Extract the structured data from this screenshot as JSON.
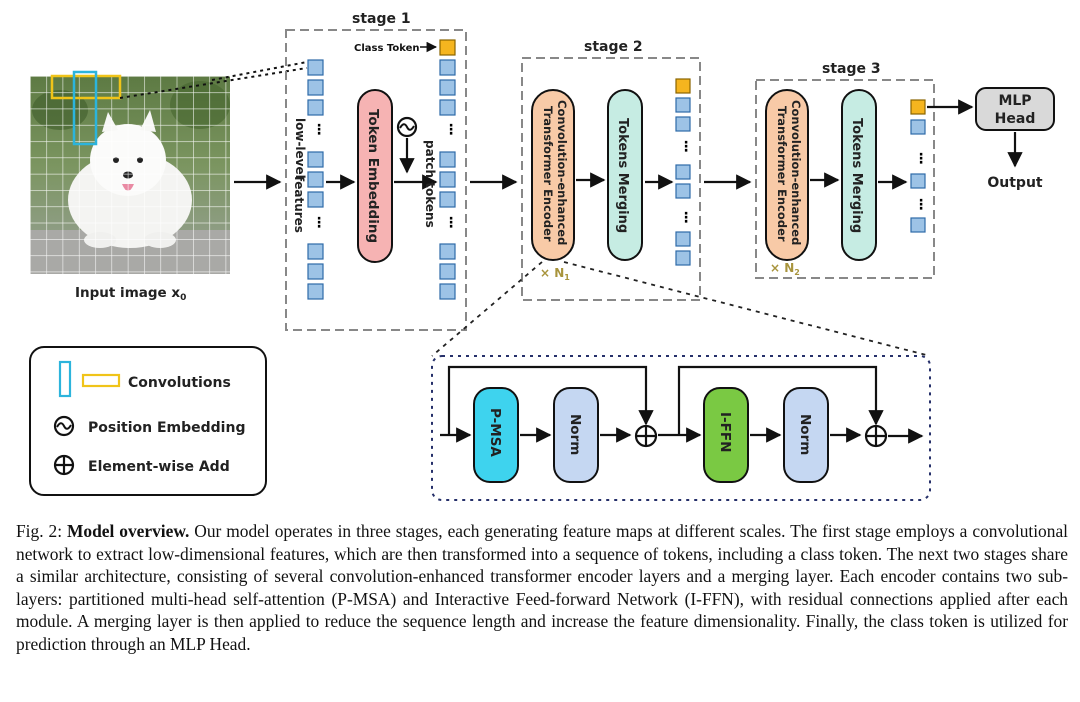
{
  "diagram": {
    "stage1_label": "stage 1",
    "stage2_label": "stage 2",
    "stage3_label": "stage 3",
    "class_token_label": "Class Token",
    "low_level_features_line1": "low-level",
    "low_level_features_line2": "features",
    "token_embedding_label": "Token Embedding",
    "patch_tokens_label": "patch tokens",
    "encoder_line1": "Convolution-enhanced",
    "encoder_line2": "Transformer Encoder",
    "tokens_merging_label": "Tokens Merging",
    "repeat_n1": "× N",
    "repeat_n1_sub": "1",
    "repeat_n2": "× N",
    "repeat_n2_sub": "2",
    "mlp_head_line1": "MLP",
    "mlp_head_line2": "Head",
    "output_label": "Output",
    "input_image_label": "Input image x",
    "input_image_sub": "0",
    "detail": {
      "pmsa_label": "P-MSA",
      "norm1_label": "Norm",
      "iffn_label": "I-FFN",
      "norm2_label": "Norm"
    },
    "legend": {
      "convolutions": "Convolutions",
      "position_embedding": "Position Embedding",
      "element_wise_add": "Element-wise Add"
    }
  },
  "caption": {
    "prefix": "Fig. 2: ",
    "bold": "Model overview.",
    "body": " Our model operates in three stages, each generating feature maps at different scales. The first stage employs a convolutional network to extract low-dimensional features, which are then transformed into a sequence of tokens, including a class token. The next two stages share a similar architecture, consisting of several convolution-enhanced transformer encoder layers and a merging layer. Each encoder contains two sub-layers: partitioned multi-head self-attention (P-MSA) and Interactive Feed-forward Network (I-FFN), with residual connections applied after each module. A merging layer is then applied to reduce the sequence length and increase the feature dimensionality. Finally, the class token is utilized for prediction through an MLP Head."
  },
  "colors": {
    "token_blue": "#9dc3e6",
    "class_token_orange": "#f5b51f",
    "token_embedding_pink": "#f6b3b3",
    "encoder_orange": "#f8caa7",
    "merging_teal": "#c6ece3",
    "pmsa_cyan": "#3ed3ee",
    "norm_blue": "#c5d7f2",
    "iffn_green": "#7ac943",
    "mlp_gray": "#d9d9d9",
    "conv_cyan": "#2cb4dc",
    "conv_yellow": "#f0c419",
    "repeat_gold": "#a8943c"
  }
}
